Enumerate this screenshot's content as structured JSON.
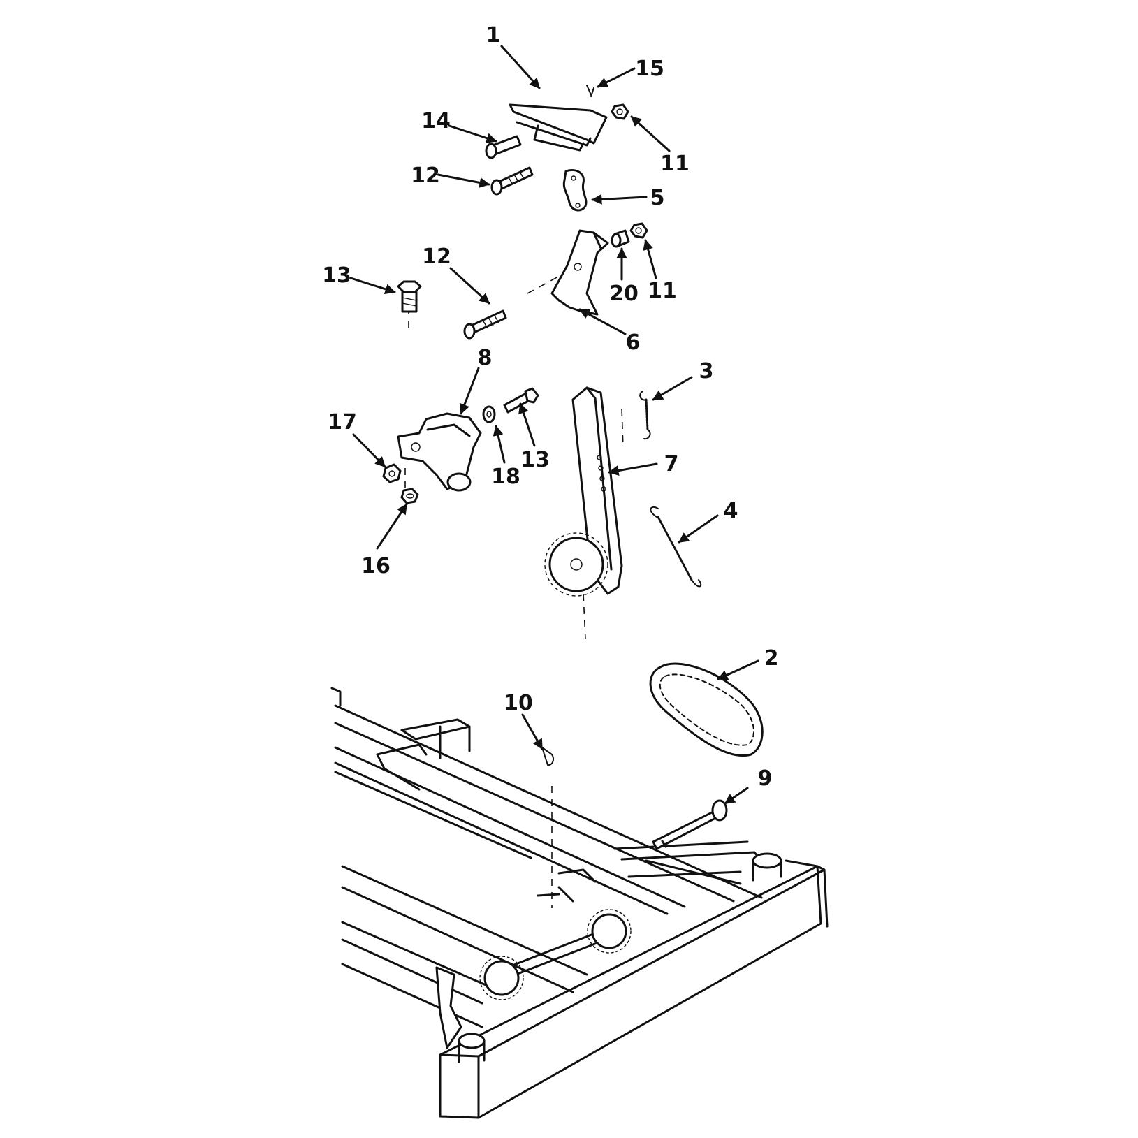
{
  "callouts": [
    {
      "id": "1",
      "label": "1"
    },
    {
      "id": "2",
      "label": "2"
    },
    {
      "id": "3",
      "label": "3"
    },
    {
      "id": "4",
      "label": "4"
    },
    {
      "id": "5",
      "label": "5"
    },
    {
      "id": "6",
      "label": "6"
    },
    {
      "id": "7",
      "label": "7"
    },
    {
      "id": "8",
      "label": "8"
    },
    {
      "id": "9",
      "label": "9"
    },
    {
      "id": "10",
      "label": "10"
    },
    {
      "id": "11a",
      "label": "11"
    },
    {
      "id": "11b",
      "label": "11"
    },
    {
      "id": "12a",
      "label": "12"
    },
    {
      "id": "12b",
      "label": "12"
    },
    {
      "id": "13a",
      "label": "13"
    },
    {
      "id": "13b",
      "label": "13"
    },
    {
      "id": "14",
      "label": "14"
    },
    {
      "id": "15",
      "label": "15"
    },
    {
      "id": "16",
      "label": "16"
    },
    {
      "id": "17",
      "label": "17"
    },
    {
      "id": "18",
      "label": "18"
    },
    {
      "id": "20",
      "label": "20"
    }
  ]
}
